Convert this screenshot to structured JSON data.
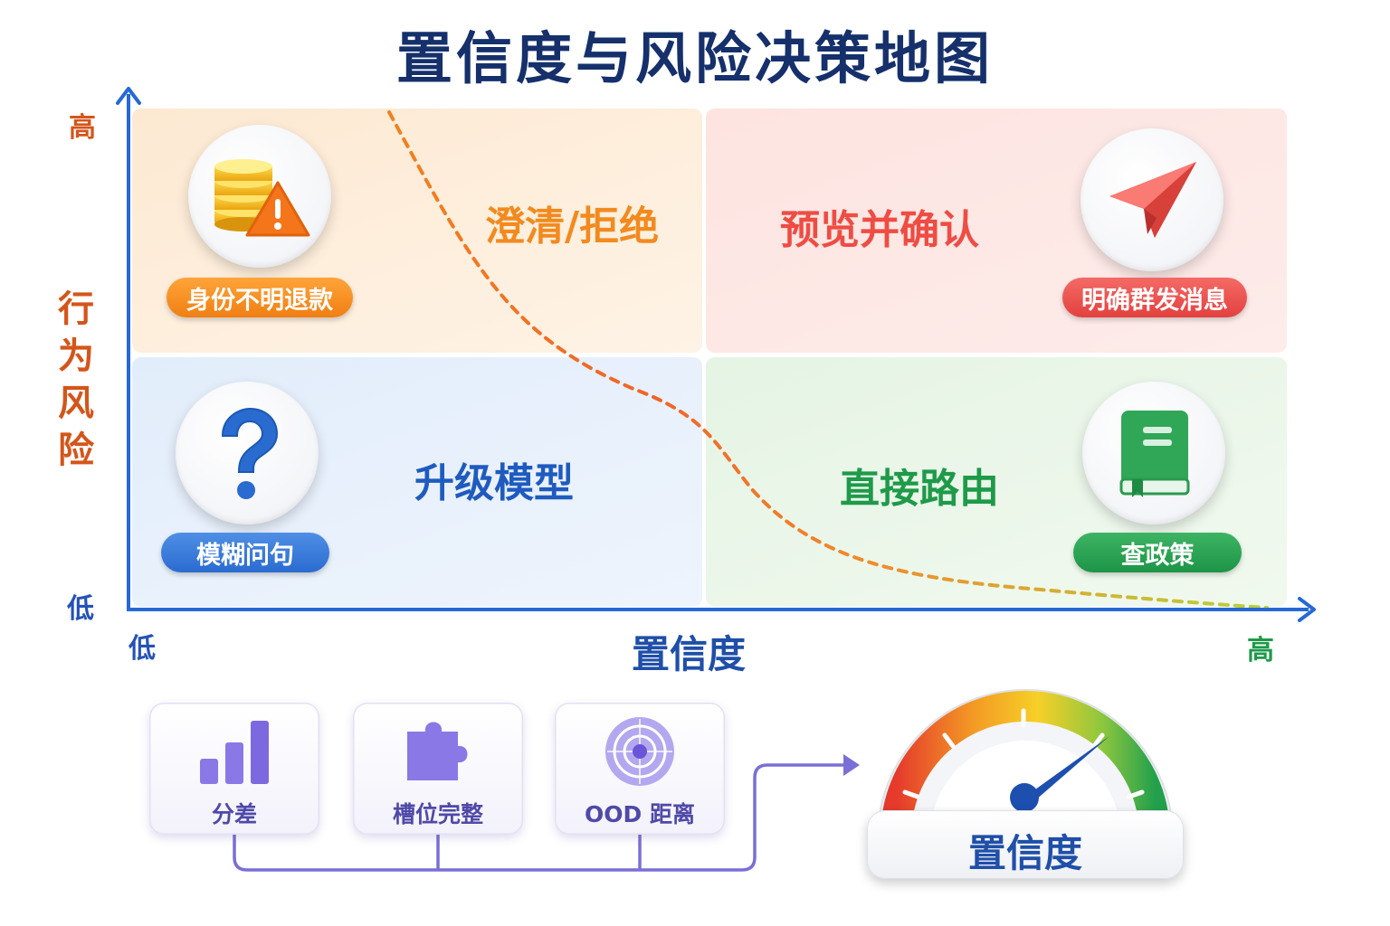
{
  "title": "置信度与风险决策地图",
  "axes": {
    "y_label": "行为风险",
    "y_high": "高",
    "y_low": "低",
    "x_label": "置信度",
    "x_low": "低",
    "x_high": "高"
  },
  "quadrants": {
    "top_left": {
      "action": "澄清/拒绝",
      "example": "身份不明退款",
      "icon": "coins-warning-icon",
      "color": "#f28a1e"
    },
    "top_right": {
      "action": "预览并确认",
      "example": "明确群发消息",
      "icon": "paper-plane-icon",
      "color": "#ef4c43"
    },
    "bottom_left": {
      "action": "升级模型",
      "example": "模糊问句",
      "icon": "question-mark-icon",
      "color": "#1f5bbf"
    },
    "bottom_right": {
      "action": "直接路由",
      "example": "查政策",
      "icon": "book-icon",
      "color": "#1e9a49"
    }
  },
  "signals": [
    {
      "label": "分差",
      "icon": "bar-chart-icon"
    },
    {
      "label": "槽位完整",
      "icon": "puzzle-icon"
    },
    {
      "label": "OOD 距离",
      "icon": "radar-icon"
    }
  ],
  "gauge": {
    "label": "置信度",
    "icon": "gauge-icon",
    "needle_fraction": 0.82
  }
}
